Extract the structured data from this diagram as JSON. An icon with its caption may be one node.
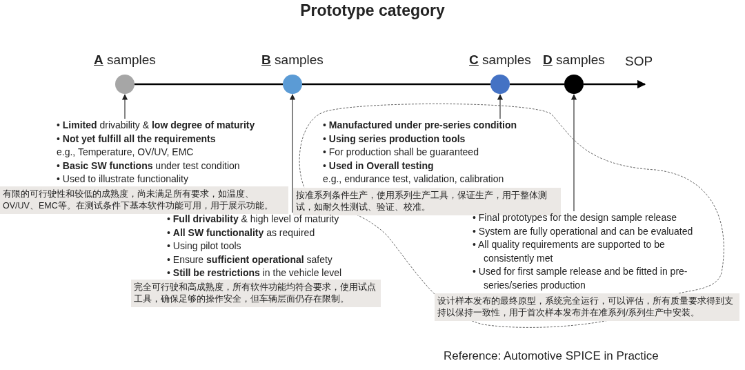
{
  "diagram": {
    "title": "Prototype category",
    "caption": "Reference: Automotive SPICE in Practice",
    "nodes": [
      {
        "text": [
          "**A** samples"
        ]
      },
      {
        "text": [
          "**B** samples"
        ]
      },
      {
        "text": [
          "**C** samples"
        ]
      },
      {
        "text": [
          "**D** samples"
        ]
      },
      {
        "text": [
          "• **Limited** drivability & **low degree of maturity**",
          "• **Not yet fulfill all the requirements**",
          "e.g., Temperature, OV/UV, EMC",
          "• **Basic SW functions** under test condition",
          "• Used to illustrate functionality"
        ]
      },
      {
        "text": [
          "有限的可行驶性和较低的成熟度，尚未满足所有要求，如温度、OV/UV、EMC等。在测试条件下基本软件功能可用，用于展示功能。"
        ]
      },
      {
        "text": [
          "• **Manufactured under pre-series condition**",
          "• **Using series production tools**",
          "• For production shall be guaranteed",
          "• **Used in Overall testing**",
          "e.g., endurance test, validation, calibration"
        ]
      },
      {
        "text": [
          "按准系列条件生产，使用系列生产工具，保证生产，用于整体测试，如耐久性测试、验证、校准。"
        ]
      },
      {
        "text": [
          "• **Full drivability** & high level of maturity",
          "• **All SW functionality** as required",
          "• Using pilot tools",
          "• Ensure **sufficient operational** safety",
          "• **Still be restrictions** in the vehicle level"
        ]
      },
      {
        "text": [
          "• Final prototypes for the design sample release",
          "• System are fully operational and can be evaluated",
          "• All quality requirements are supported to be consistently met",
          "• Used for first sample release and be fitted in pre-series/series production"
        ]
      },
      {
        "text": [
          "完全可行驶和高成熟度，所有软件功能均符合要求，使用试点工具，确保足够的操作安全，但车辆层面仍存在限制。"
        ]
      },
      {
        "text": [
          "设计样本发布的最终原型，系统完全运行，可以评估，所有质量要求得到支持以保持一致性，用于首次样本发布并在准系列/系列生产中安装。"
        ]
      }
    ],
    "edges": [
      {
        "from": 0,
        "to": 1,
        "arrow": "none"
      },
      {
        "from": 1,
        "to": 2,
        "arrow": "none"
      },
      {
        "from": 2,
        "to": 3,
        "arrow": "none"
      },
      {
        "from": 3,
        "to": null,
        "arrow": "to"
      },
      {
        "from": 4,
        "to": 0,
        "arrow": "to"
      },
      {
        "from": 8,
        "to": 1,
        "arrow": "to"
      },
      {
        "from": 6,
        "to": 2,
        "arrow": "to"
      },
      {
        "from": 9,
        "to": 3,
        "arrow": "to"
      }
    ],
    "labels": [
      "SOP"
    ]
  }
}
